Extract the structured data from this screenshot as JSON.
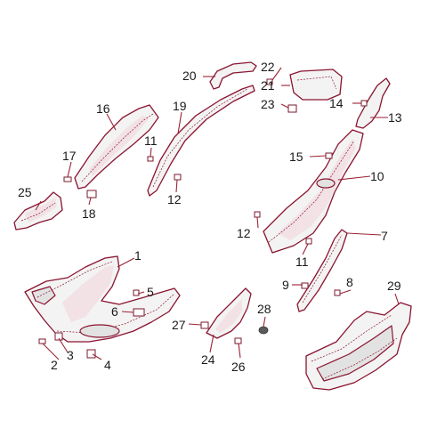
{
  "diagram": {
    "type": "exploded-parts-view",
    "accent_color": "#8a1430",
    "callouts": [
      "1",
      "2",
      "3",
      "4",
      "5",
      "6",
      "7",
      "8",
      "9",
      "10",
      "11",
      "11",
      "12",
      "12",
      "13",
      "14",
      "15",
      "16",
      "17",
      "18",
      "19",
      "20",
      "21",
      "22",
      "23",
      "24",
      "25",
      "26",
      "27",
      "28",
      "29"
    ]
  }
}
